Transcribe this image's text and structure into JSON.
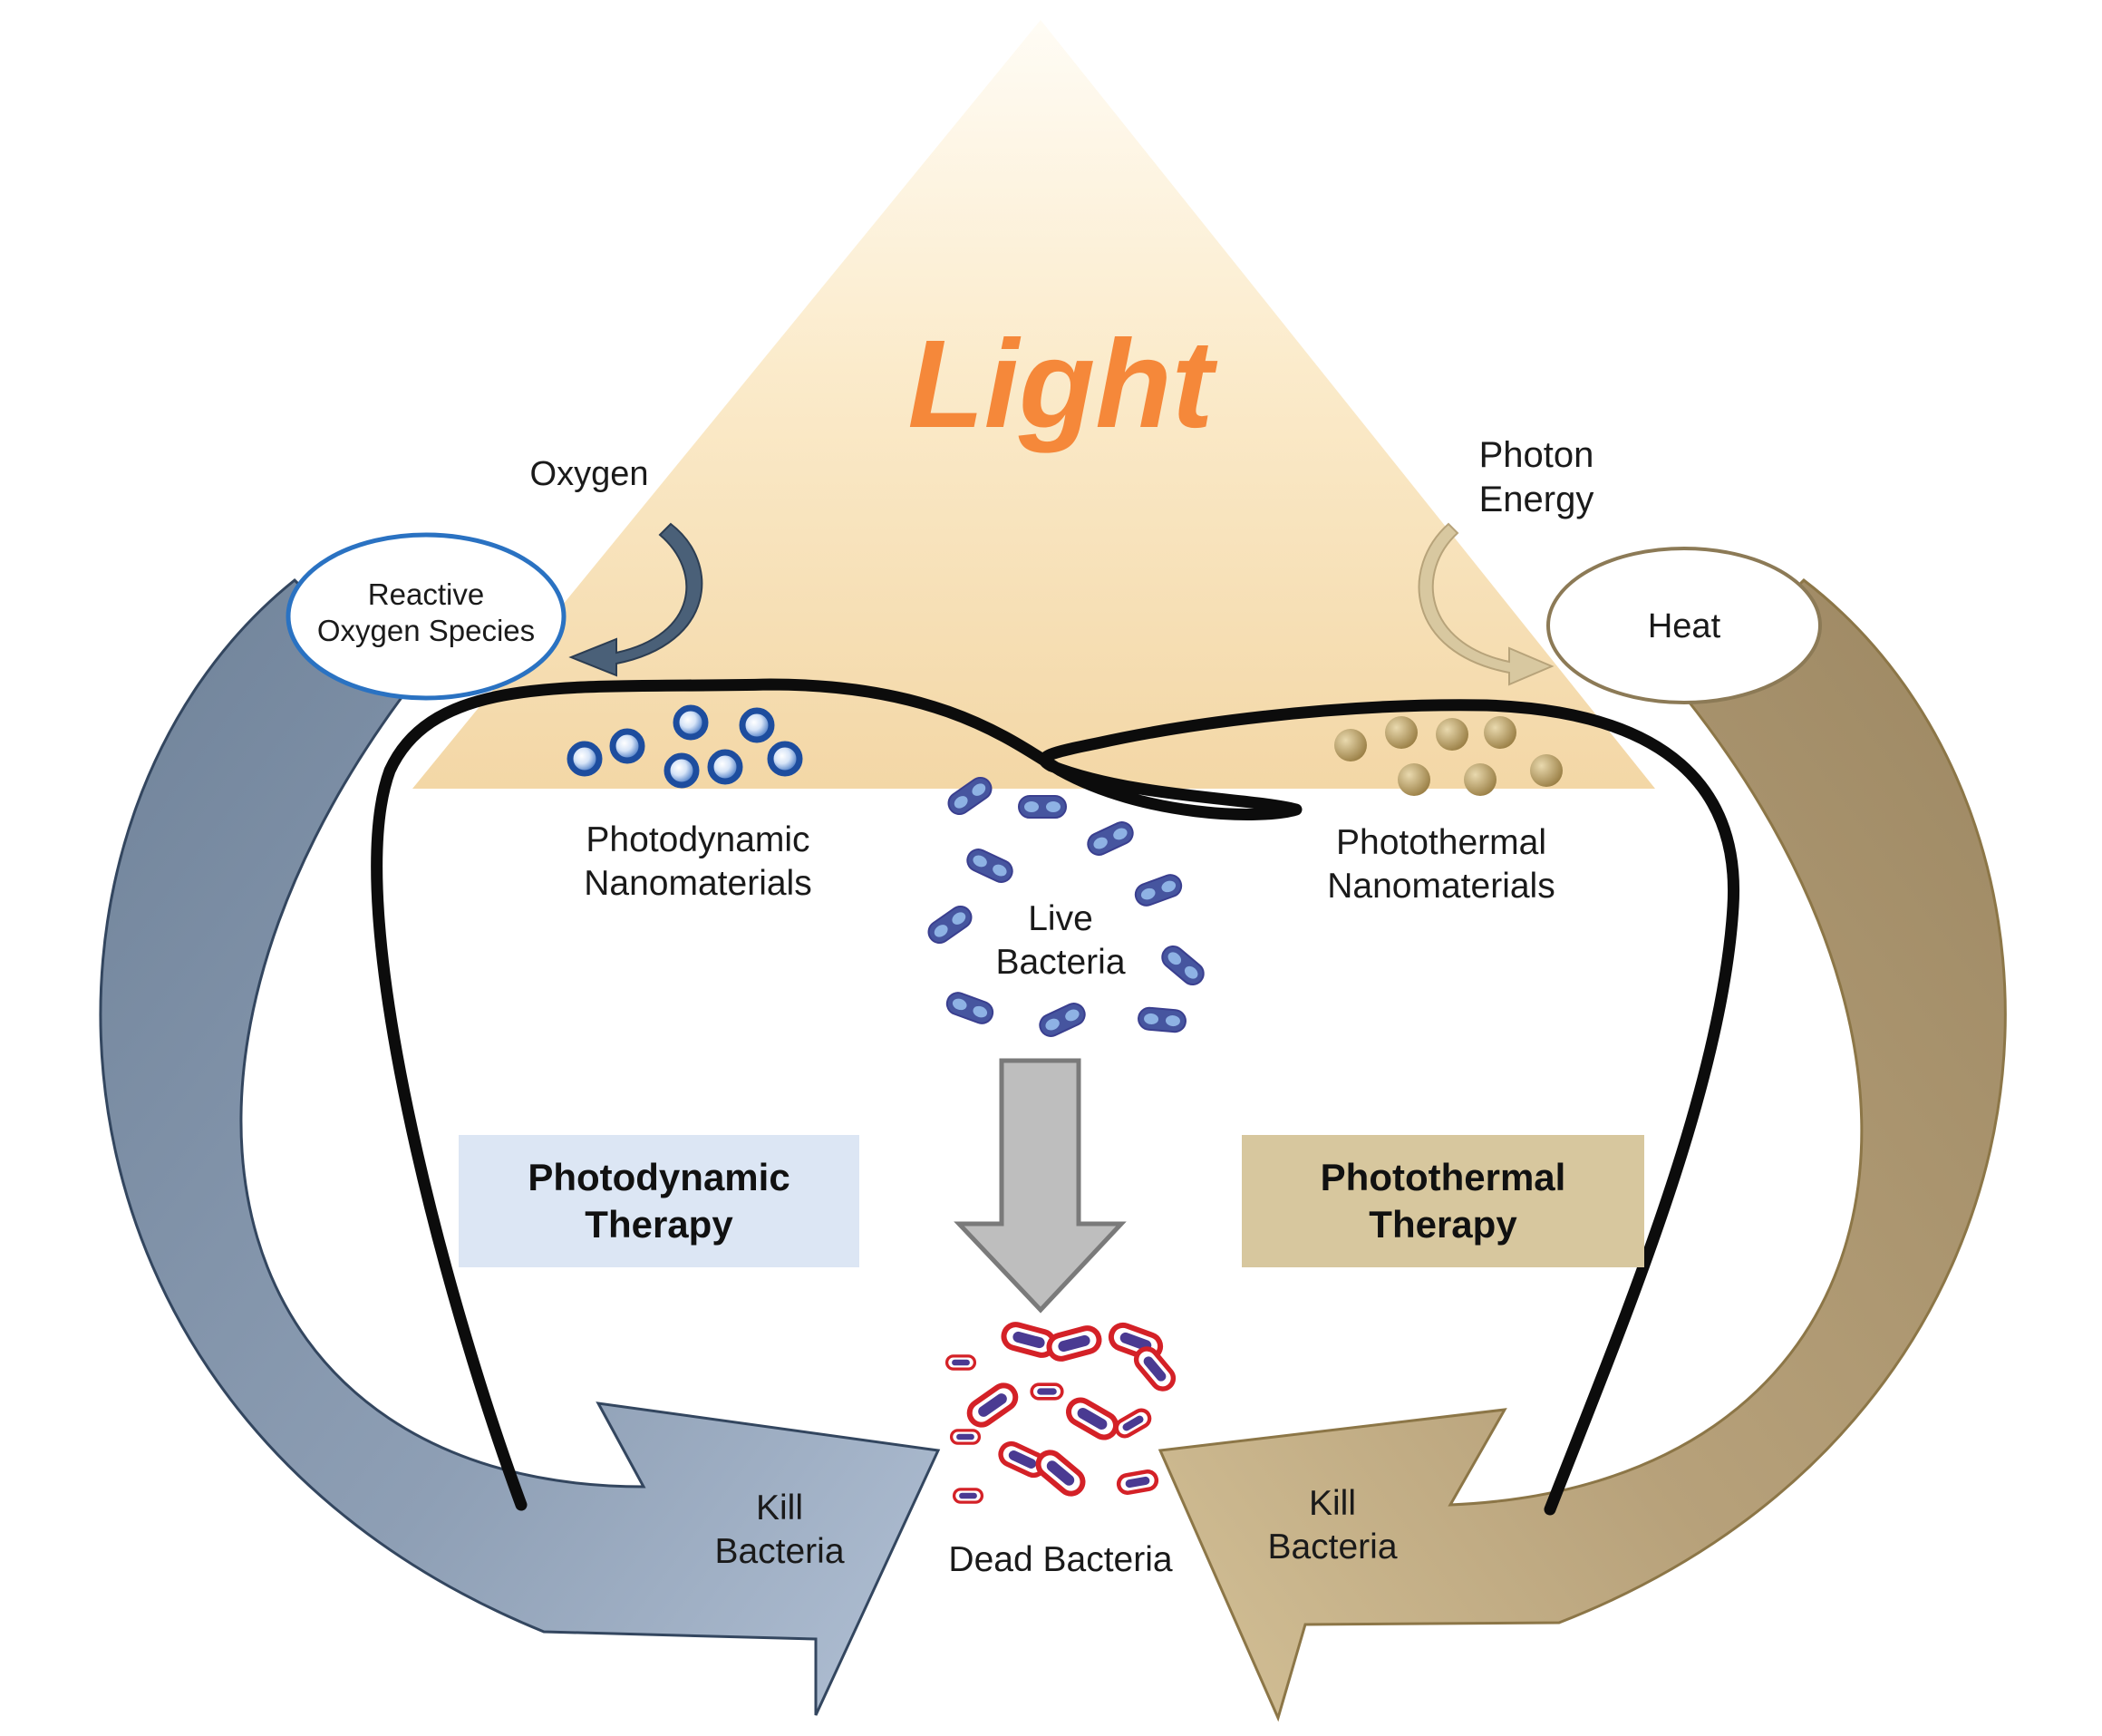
{
  "title": "Light",
  "inputs": {
    "oxygen": "Oxygen",
    "photon_energy": [
      "Photon",
      "Energy"
    ]
  },
  "products": {
    "ros": [
      "Reactive",
      "Oxygen Species"
    ],
    "heat": "Heat"
  },
  "materials": {
    "photodynamic": [
      "Photodynamic",
      "Nanomaterials"
    ],
    "photothermal": [
      "Photothermal",
      "Nanomaterials"
    ]
  },
  "bacteria": {
    "live": [
      "Live",
      "Bacteria"
    ],
    "dead": "Dead Bacteria"
  },
  "therapies": {
    "photodynamic": [
      "Photodynamic",
      "Therapy"
    ],
    "photothermal": [
      "Photothermal",
      "Therapy"
    ]
  },
  "actions": {
    "kill_left": [
      "Kill",
      "Bacteria"
    ],
    "kill_right": [
      "Kill",
      "Bacteria"
    ]
  },
  "colors": {
    "light_text": "#F5883A",
    "triangle_top": "#FDF6E4",
    "triangle_bottom": "#F2D8A8",
    "blue_arrow": "#7D8FA6",
    "blue_arrow_light": "#A9B8CD",
    "gold_arrow": "#A6916B",
    "gold_arrow_light": "#CDB98F",
    "photodynamic_box": "#DCE6F4",
    "photothermal_box": "#D7C79E",
    "ros_border": "#2A72C2",
    "heat_border": "#8C7A56",
    "live_bacteria": "#3E5DA8",
    "dead_bacteria": "#D42127",
    "down_arrow": "#C0C0C0",
    "nano_blue": "#2E63B8",
    "nano_gold": "#A48A50"
  }
}
